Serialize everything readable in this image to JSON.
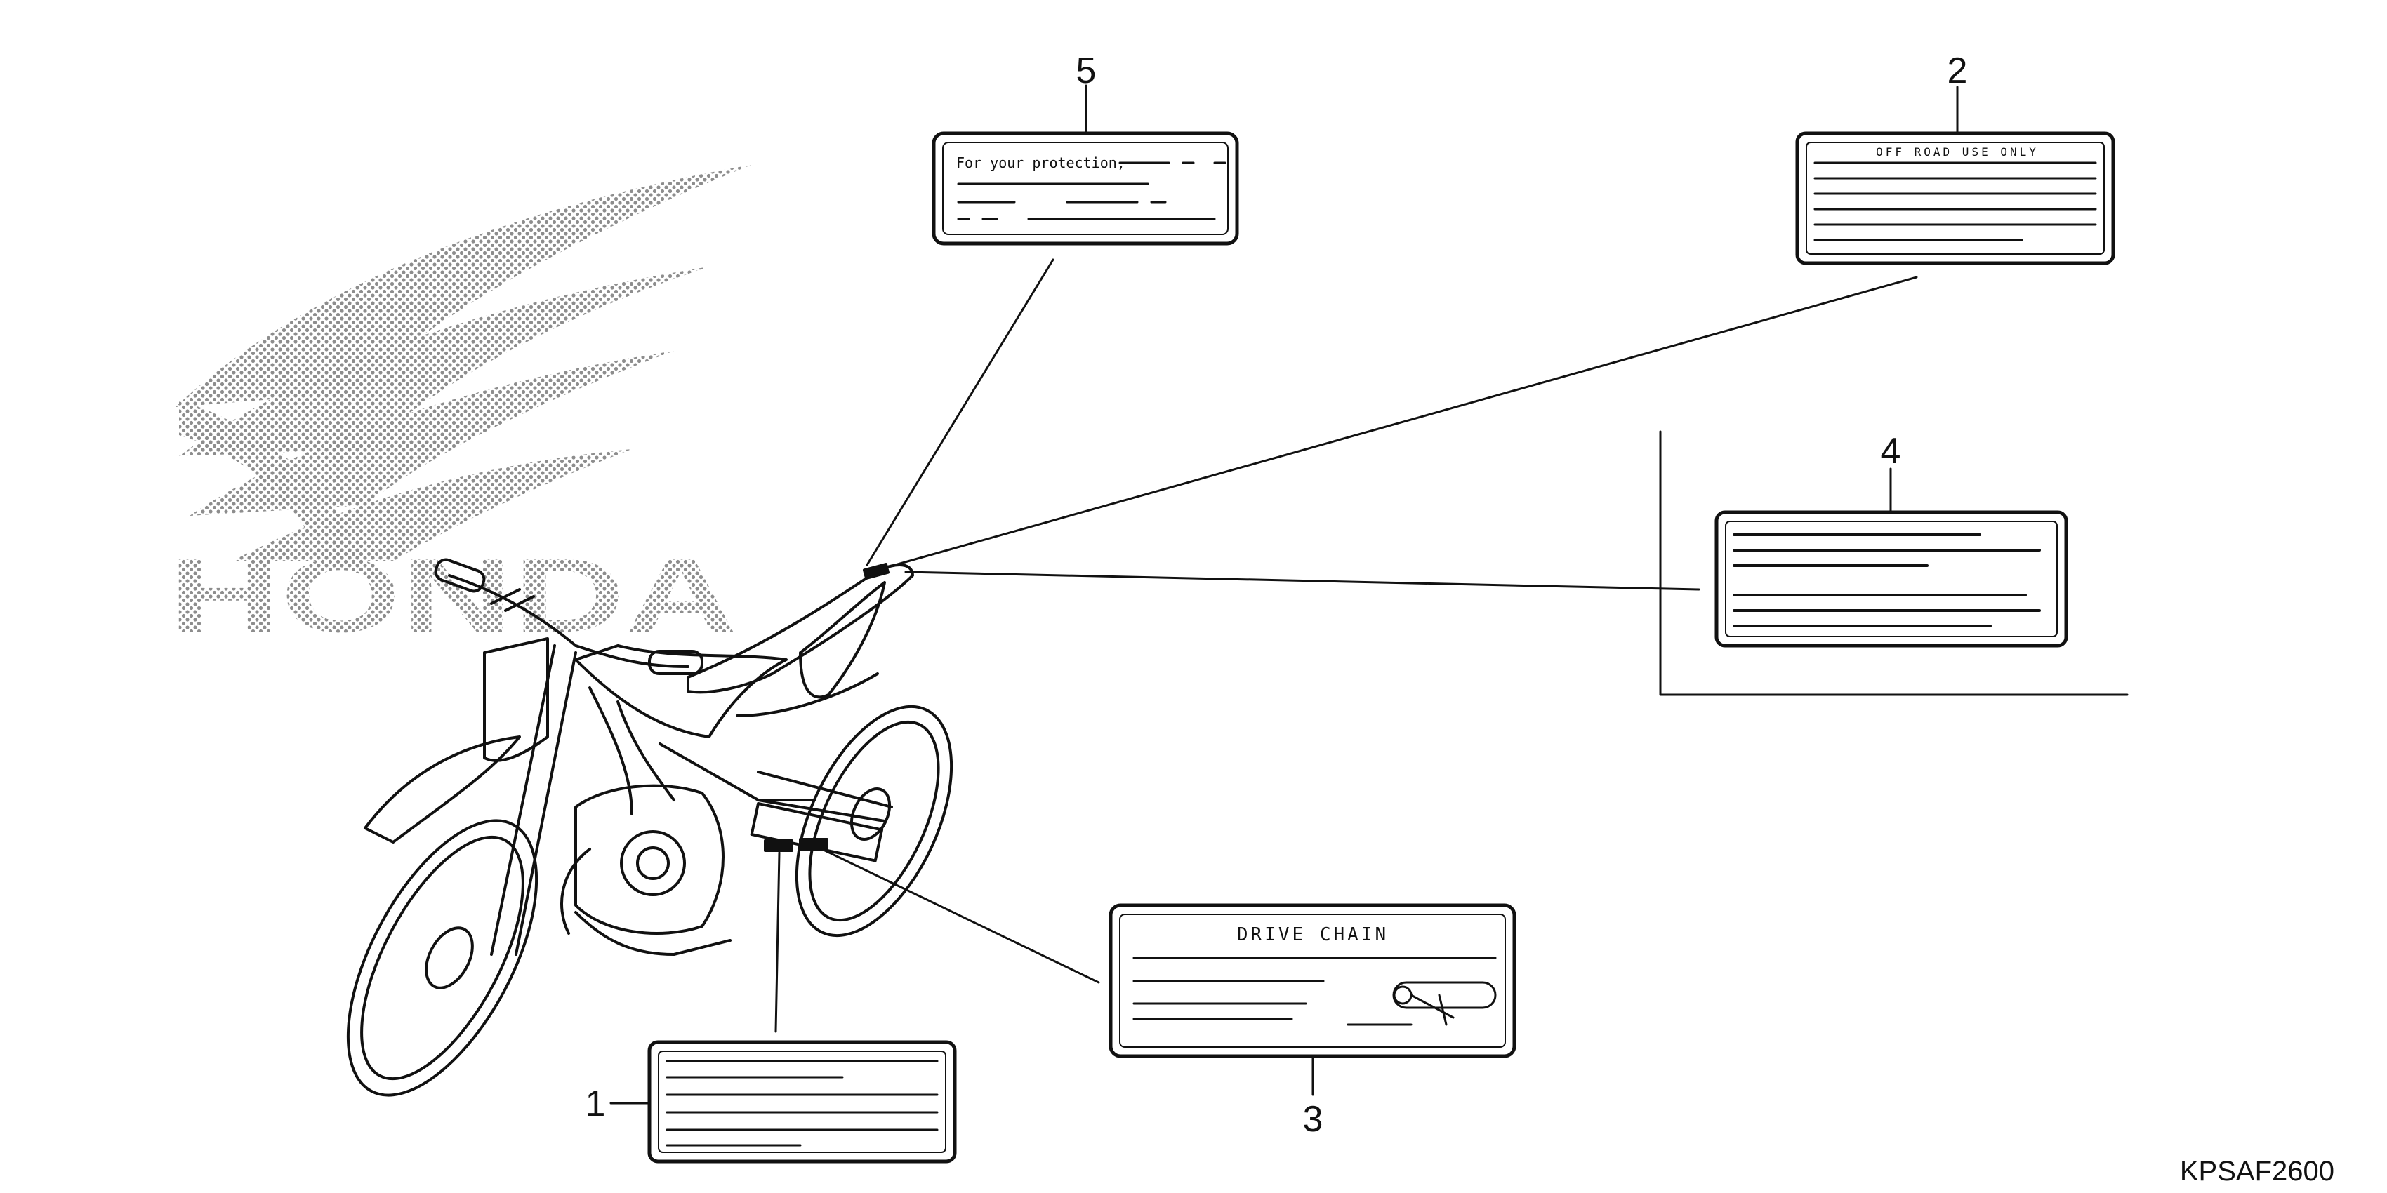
{
  "diagram": {
    "code": "KPSAF2600",
    "brand_watermark": "HONDA",
    "callouts": [
      {
        "number": "1",
        "label_text": ""
      },
      {
        "number": "2",
        "label_text": "OFF ROAD USE ONLY"
      },
      {
        "number": "3",
        "label_text": "DRIVE CHAIN"
      },
      {
        "number": "4",
        "label_text": ""
      },
      {
        "number": "5",
        "label_text": "For your protection,"
      }
    ],
    "colors": {
      "ink": "#111111",
      "background": "#ffffff",
      "watermark": "#9a9a9a"
    },
    "icons": [
      "honda-wing-logo-icon",
      "dirt-bike-illustration",
      "chain-adjuster-icon"
    ]
  }
}
